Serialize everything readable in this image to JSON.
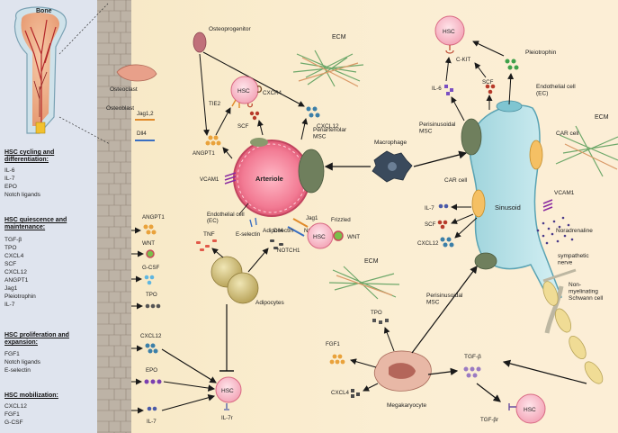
{
  "bone_title": "Bone",
  "sections": [
    {
      "header": "HSC cycling and differentiation:",
      "items": [
        "IL-6",
        "IL-7",
        "EPO",
        "Notch ligands"
      ]
    },
    {
      "header": "HSC quiescence and maintenance:",
      "items": [
        "TGF-β",
        "TPO",
        "CXCL4",
        "SCF",
        "CXCL12",
        "ANGPT1",
        "Jag1",
        "Pleiotrophin",
        "IL-7"
      ]
    },
    {
      "header": "HSC proliferation and expansion:",
      "items": [
        "FGF1",
        "Notch ligands",
        "E-selectin"
      ]
    },
    {
      "header": "HSC mobilization:",
      "items": [
        "CXCL12",
        "FGF1",
        "G-CSF"
      ]
    }
  ],
  "labels": {
    "osteoclast": "Osteoclast",
    "osteoblast": "Osteoblast",
    "jag12": "Jag1,2",
    "dll4_left": "Dll4",
    "angpt1_left": "ANGPT1",
    "wnt_left": "WNT",
    "gcsf_left": "G-CSF",
    "tpo_left": "TPO",
    "cxcl12_left": "CXCL12",
    "epo_left": "EPO",
    "il7_left": "IL-7",
    "il7r": "IL-7r",
    "osteoprogenitor": "Osteoprogenitor",
    "ecm1": "ECM",
    "ecm2": "ECM",
    "ecm3": "ECM",
    "tie2": "TIE2",
    "cxcr4": "CXCR4",
    "scf_top": "SCF",
    "cxcl12_mid": "CXCL12",
    "angpt1_mid": "ANGPT1",
    "periarteriolar_msc": "Periarteriolar\nMSC",
    "arteriole": "Arteriole",
    "vcam1_left": "VCAM1",
    "ec_left": "Endothelial cell\n(EC)",
    "jag1": "Jag1",
    "notch2": "NOTCH2",
    "dll4_mid": "Dll4",
    "notch1": "NOTCH1",
    "frizzled": "Frizzled",
    "wnt_mid": "WNT",
    "eselectin": "E-selectin",
    "tnf": "TNF",
    "adiponectin": "Adiponectin",
    "adipocytes": "Adipocytes",
    "macrophage": "Macrophage",
    "perisinusoidal_top": "Perisinusoidal\nMSC",
    "perisinusoidal_bottom": "Perisinusoidal\nMSC",
    "il6_right": "IL-6",
    "ckit": "C-KIT",
    "scf_right": "SCF",
    "pleiotrophin": "Pleiotrophin",
    "ec_right": "Endothelial cell\n(EC)",
    "car_cell_top": "CAR cell",
    "car_cell_left": "CAR cell",
    "vcam1_right": "VCAM1",
    "sinusoid": "Sinusoid",
    "noradrenaline": "Noradrenaline",
    "il7_right": "IL-7",
    "scf_right2": "SCF",
    "cxcl12_right": "CXCL12",
    "sympathetic_nerve": "sympathetic\nnerve",
    "schwann": "Non-\nmyelinating\nSchwann cell",
    "tpo_mid": "TPO",
    "fgf1_mid": "FGF1",
    "cxcl4_mid": "CXCL4",
    "megakaryocyte": "Megakaryocyte",
    "tgfb": "TGF-β",
    "tgfbr": "TGF-βr",
    "hsc": "HSC"
  }
}
